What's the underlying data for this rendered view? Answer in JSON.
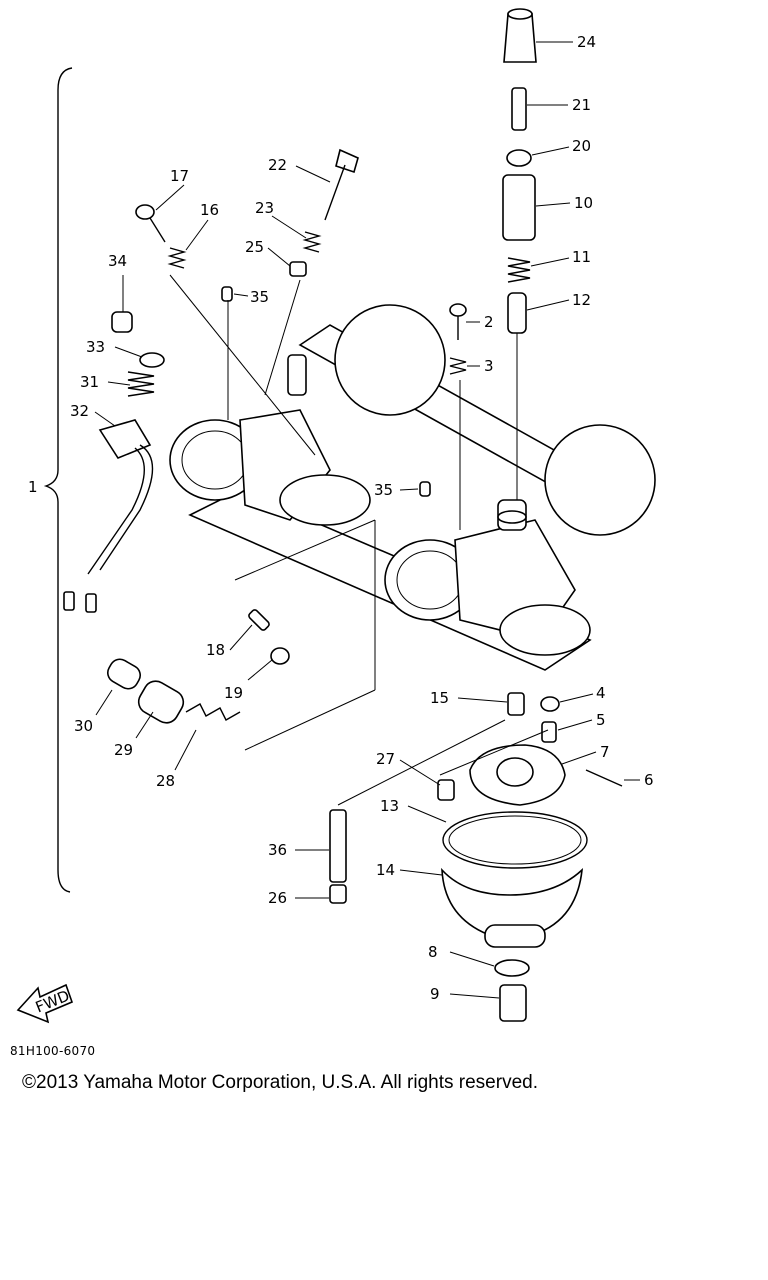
{
  "diagram": {
    "callouts": [
      {
        "id": "1",
        "text": "1"
      },
      {
        "id": "2",
        "text": "2"
      },
      {
        "id": "3",
        "text": "3"
      },
      {
        "id": "4",
        "text": "4"
      },
      {
        "id": "5",
        "text": "5"
      },
      {
        "id": "6",
        "text": "6"
      },
      {
        "id": "7",
        "text": "7"
      },
      {
        "id": "8",
        "text": "8"
      },
      {
        "id": "9",
        "text": "9"
      },
      {
        "id": "10",
        "text": "10"
      },
      {
        "id": "11",
        "text": "11"
      },
      {
        "id": "12",
        "text": "12"
      },
      {
        "id": "13",
        "text": "13"
      },
      {
        "id": "14",
        "text": "14"
      },
      {
        "id": "15",
        "text": "15"
      },
      {
        "id": "16",
        "text": "16"
      },
      {
        "id": "17",
        "text": "17"
      },
      {
        "id": "18",
        "text": "18"
      },
      {
        "id": "19",
        "text": "19"
      },
      {
        "id": "20",
        "text": "20"
      },
      {
        "id": "21",
        "text": "21"
      },
      {
        "id": "22",
        "text": "22"
      },
      {
        "id": "23",
        "text": "23"
      },
      {
        "id": "24",
        "text": "24"
      },
      {
        "id": "25",
        "text": "25"
      },
      {
        "id": "26",
        "text": "26"
      },
      {
        "id": "27",
        "text": "27"
      },
      {
        "id": "28",
        "text": "28"
      },
      {
        "id": "29",
        "text": "29"
      },
      {
        "id": "30",
        "text": "30"
      },
      {
        "id": "31",
        "text": "31"
      },
      {
        "id": "32",
        "text": "32"
      },
      {
        "id": "33",
        "text": "33"
      },
      {
        "id": "34",
        "text": "34"
      },
      {
        "id": "35a",
        "text": "35"
      },
      {
        "id": "35b",
        "text": "35"
      },
      {
        "id": "36",
        "text": "36"
      }
    ],
    "fwd_label": "FWD",
    "diagram_code": "81H100-6070"
  },
  "footer": {
    "copyright": "©2013 Yamaha Motor Corporation, U.S.A. All rights reserved."
  }
}
